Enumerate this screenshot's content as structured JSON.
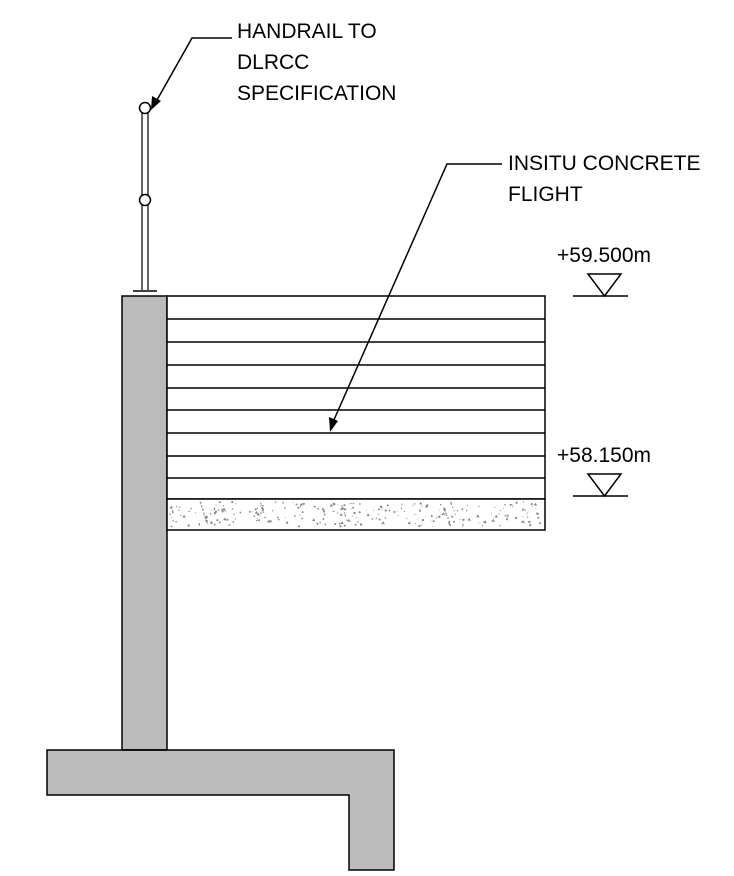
{
  "annotations": {
    "handrail": {
      "line1": "HANDRAIL TO",
      "line2": "DLRCC",
      "line3": "SPECIFICATION"
    },
    "flight": {
      "line1": "INSITU CONCRETE",
      "line2": "FLIGHT"
    }
  },
  "levels": {
    "top": "+59.500m",
    "bottom": "+58.150m"
  },
  "colors": {
    "concrete": "#bbbbbb",
    "line": "#000000",
    "blinding_speckle": "#888888"
  }
}
